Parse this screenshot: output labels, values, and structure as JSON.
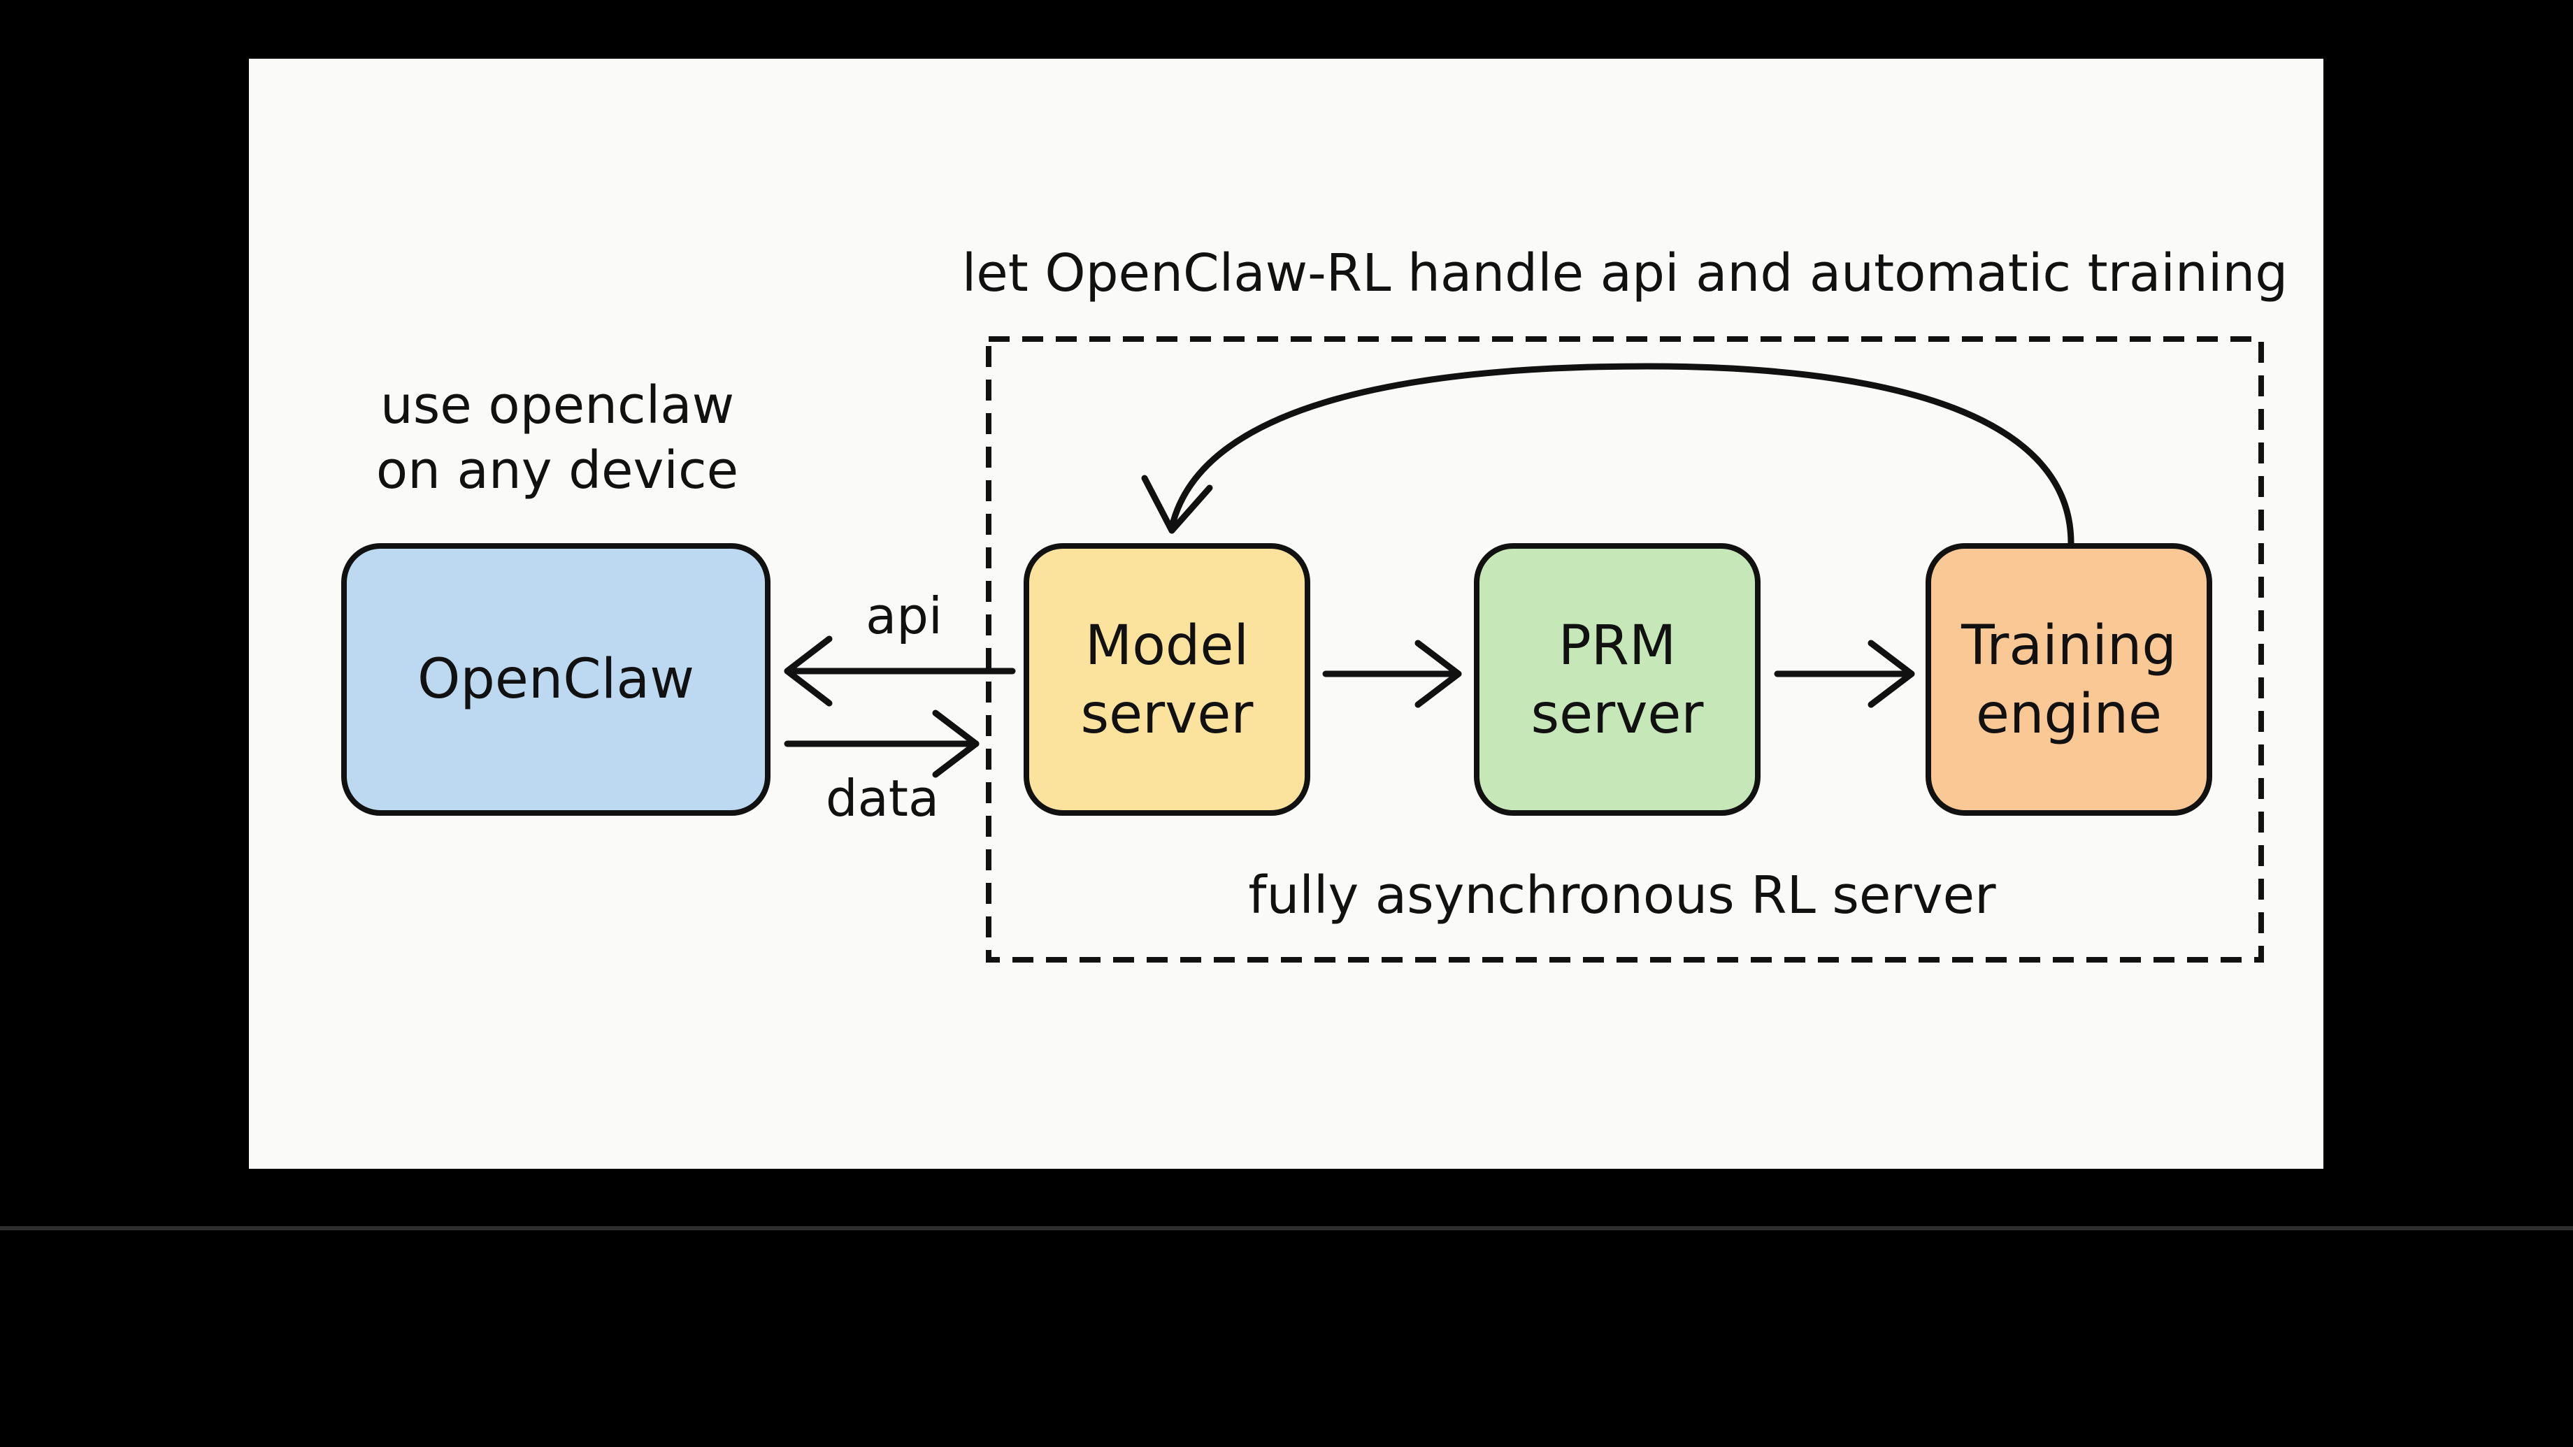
{
  "diagram": {
    "left_caption": [
      "use openclaw",
      "on any device"
    ],
    "top_caption": "let OpenClaw-RL handle api and automatic training",
    "bottom_caption": "fully asynchronous RL server",
    "edge_labels": {
      "api": "api",
      "data": "data"
    },
    "nodes": [
      {
        "id": "openclaw",
        "lines": [
          "OpenClaw"
        ],
        "color": "#bcd9f1"
      },
      {
        "id": "model",
        "lines": [
          "Model",
          "server"
        ],
        "color": "#fbe39e"
      },
      {
        "id": "prm",
        "lines": [
          "PRM",
          "server"
        ],
        "color": "#c6e7b7"
      },
      {
        "id": "training",
        "lines": [
          "Training",
          "engine"
        ],
        "color": "#f9c895"
      }
    ],
    "edges": [
      {
        "from": "model",
        "to": "openclaw",
        "label": "api"
      },
      {
        "from": "openclaw",
        "to": "model",
        "label": "data"
      },
      {
        "from": "model",
        "to": "prm"
      },
      {
        "from": "prm",
        "to": "training"
      },
      {
        "from": "training",
        "to": "model"
      }
    ]
  }
}
